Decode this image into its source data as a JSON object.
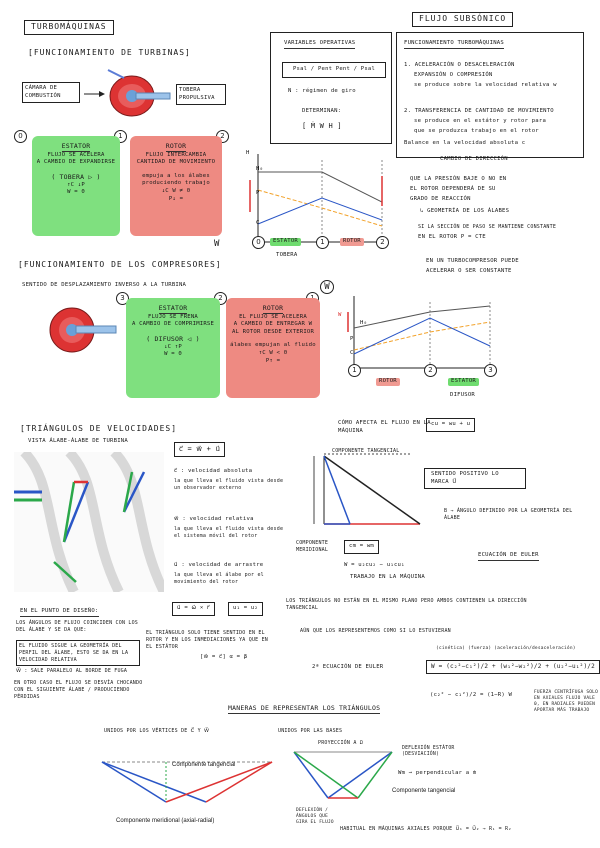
{
  "page_title": "TURBOMÁQUINAS",
  "header_right": "FLUJO SUBSÓNICO",
  "turbinas": {
    "title": "[FUNCIONAMIENTO DE TURBINAS]",
    "camara": "CÁMARA DE COMBUSTIÓN",
    "tobera": "TOBERA PROPULSIVA",
    "stage_nums": [
      "0",
      "1",
      "2"
    ],
    "estator": {
      "title": "ESTATOR",
      "l1": "FLUJO SE ACELERA",
      "l2": "A CAMBIO DE EXPANDIRSE",
      "l3": "( TOBERA ▷ )",
      "l4": "↑c ↓p",
      "l5": "W = 0"
    },
    "rotor": {
      "title": "ROTOR",
      "l1": "FLUJO INTERCAMBIA",
      "l2": "CANTIDAD DE MOVIMIENTO",
      "l3": "empuja a los álabes",
      "l4": "produciendo trabajo",
      "l5": "↓c W ≠ 0",
      "l6": "p↓ =",
      "w": "W"
    },
    "graph": {
      "h0": "h₀",
      "p": "p",
      "c": "c",
      "h": "h",
      "stator": "ESTATOR",
      "rotor": "ROTOR",
      "tobera": "TOBERA",
      "nums": [
        "0",
        "1",
        "2"
      ]
    }
  },
  "compresores": {
    "title": "[FUNCIONAMIENTO DE LOS COMPRESORES]",
    "sentido": "SENTIDO DE DESPLAZAMIENTO INVERSO A LA TURBINA",
    "stage_nums": [
      "3",
      "2",
      "1"
    ],
    "estator": {
      "title": "ESTATOR",
      "l1": "FLUJO SE FRENA",
      "l2": "A CAMBIO DE COMPRIMIRSE",
      "l3": "( DIFUSOR ◁ )",
      "l4": "↓c ↑p",
      "l5": "W = 0"
    },
    "rotor": {
      "title": "ROTOR",
      "l1": "EL FLUJO SE ACELERA",
      "l2": "A CAMBIO DE ENTREGAR W",
      "l3": "AL ROTOR DESDE EXTERIOR",
      "l4": "álabes empujan al fluido",
      "l5": "↑c W < 0",
      "l6": "p↑ =",
      "w": "W"
    },
    "graph": {
      "h0": "h₀",
      "p": "p",
      "c": "c",
      "w": "W",
      "rotor": "ROTOR",
      "stator": "ESTATOR",
      "difusor": "DIFUSOR",
      "nums": [
        "1",
        "2",
        "3"
      ]
    }
  },
  "variables": {
    "title": "VARIABLES OPERATIVAS",
    "ratio": "Psal / Pent   Pent / Psal",
    "n": "N : régimen de giro",
    "determinan": "DETERMINAN:",
    "list": "[ ṁ  W  η ]"
  },
  "funcionamiento": {
    "title": "FUNCIONAMIENTO TURBOMÁQUINAS",
    "i1": "1. ACELERACIÓN o DESACELERACIÓN",
    "i1b": "EXPANSIÓN o COMPRESIÓN",
    "i1c": "se produce sobre la velocidad relativa w",
    "i2": "2. TRANSFERENCIA DE CANTIDAD DE MOVIMIENTO",
    "i2b": "se produce en el estátor y rotor para",
    "i2c": "que se produzca trabajo en el rotor",
    "i2d": "Balance en la velocidad absoluta c",
    "i2e": "CAMBIO DE DIRECCIÓN",
    "r1": "QUE LA PRESIÓN BAJE o NO EN",
    "r2": "EL ROTOR DEPENDERÁ DE SU",
    "r3": "GRADO DE REACCIÓN",
    "r4": "↳ GEOMETRÍA DE LOS ÁLABES",
    "r5": "SI LA SECCIÓN DE PASO SE MANTIENE CONSTANTE",
    "r6": "EN EL ROTOR  P = CTE",
    "r7": "EN UN TURBOCOMPRESOR PUEDE",
    "r8": "ACELERAR o SER CONSTANTE"
  },
  "triangulos": {
    "title": "[TRIÁNGULOS DE VELOCIDADES]",
    "subtitle": "VISTA ÁLABE-ÁLABE DE TURBINA",
    "eq_main": "c⃗ = w⃗ + u⃗",
    "c_def": "c⃗ : velocidad absoluta",
    "c_def2": "la que lleva el fluido vista desde un observador externo",
    "w_def": "w⃗ : velocidad relativa",
    "w_def2": "la que lleva el fluido vista desde el sistema móvil del rotor",
    "u_def": "u⃗ : velocidad de arrastre",
    "u_def2": "la que lleva el álabe por el movimiento del rotor",
    "u_eq": "u⃗ = ω⃗ × r⃗",
    "u12": "u₁ = u₂",
    "top_note": "CÓMO AFECTA EL FLUJO EN LA MÁQUINA",
    "tang_label": "COMPONENTE TANGENCIAL",
    "eq_tang": "cu = wu + u",
    "sentido": "SENTIDO POSITIVO LO MARCA u⃗",
    "beta_note": "β → ÁNGULO DEFINIDO POR LA GEOMETRÍA DEL ÁLABE",
    "merid": "COMPONENTE MERIDIONAL",
    "eq_merid": "cm = wm",
    "euler_title": "ECUACIÓN DE EULER",
    "euler_eq": "W = u₂cu₂ − u₁cu₁",
    "euler_note": "TRABAJO EN LA MÁQUINA",
    "diseno_t": "EN EL PUNTO DE DISEÑO:",
    "diseno1": "LOS ÁNGULOS DE FLUJO COINCIDEN CON LOS DEL ÁLABE Y SE DA QUE:",
    "diseno2": "EL FLUIDO SIGUE LA GEOMETRÍA DEL PERFIL DEL ÁLABE, ESTO SE DA EN LA VELOCIDAD RELATIVA",
    "diseno3": "w⃗ : SALE PARALELO AL BORDE DE FUGA",
    "diseno4": "EN OTRO CASO EL FLUJO SE DESVÍA CHOCANDO CON EL SIGUIENTE ÁLABE / PRODUCIENDO PÉRDIDAS",
    "tri_mid1": "EL TRIÁNGULO SOLO TIENE SENTIDO EN EL ROTOR Y EN LOS INMEDIACIONES YA QUE EN EL ESTÁTOR",
    "tri_mid2": "[w⃗ = c⃗]  α = β",
    "no_plano": "LOS TRIÁNGULOS NO ESTÁN EN EL MISMO PLANO PERO AMBOS CONTIENEN LA DIRECCIÓN TANGENCIAL",
    "aun": "AÚN QUE LOS REPRESENTEMOS COMO SI LO ESTUVIERAN",
    "euler2": "2ª ECUACIÓN DE EULER",
    "euler2_eq": "W = (c₂²−c₁²)/2 + (w₁²−w₂²)/2 + (u₂²−u₁²)/2",
    "euler2_t1": "(cinética) (fuerza) (aceleración/desaceleración)",
    "euler2_t2": "(c₂² − c₁²)/2 = (1−R) W",
    "euler2_t3": "FUERZA CENTRÍFUGA SOLO EN AXIALES FLUJO VALE 0, EN RADIALES PUEDEN APORTAR MÁS TRABAJO",
    "maneras": "MANERAS DE REPRESENTAR LOS TRIÁNGULOS",
    "union1": "UNIDOS POR LOS VÉRTICES DE c⃗ Y w⃗",
    "union2": "UNIDOS POR LAS BASES",
    "comp_tang": "Componente tangencial",
    "comp_merid": "Componente meridional (axial-radial)",
    "comp_tang2": "Componente tangencial",
    "proyec": "PROYECCIÓN A ω",
    "deflexion": "DEFLEXIÓN ESTÁTOR (DESVIACIÓN)",
    "wm_note": "Wm → perpendicular a ṁ",
    "deflexion2": "DEFLEXIÓN / ÁNGULOS QUE GIRA EL FLUJO",
    "habitual": "HABITUAL EN MÁQUINAS AXIALES PORQUE u⃗₁ = u⃗₂ → r₁ = r₂"
  },
  "colors": {
    "green": "#7fe07f",
    "red": "#ee8a82",
    "blue": "#2a56c6",
    "orange": "#f2a22a"
  }
}
